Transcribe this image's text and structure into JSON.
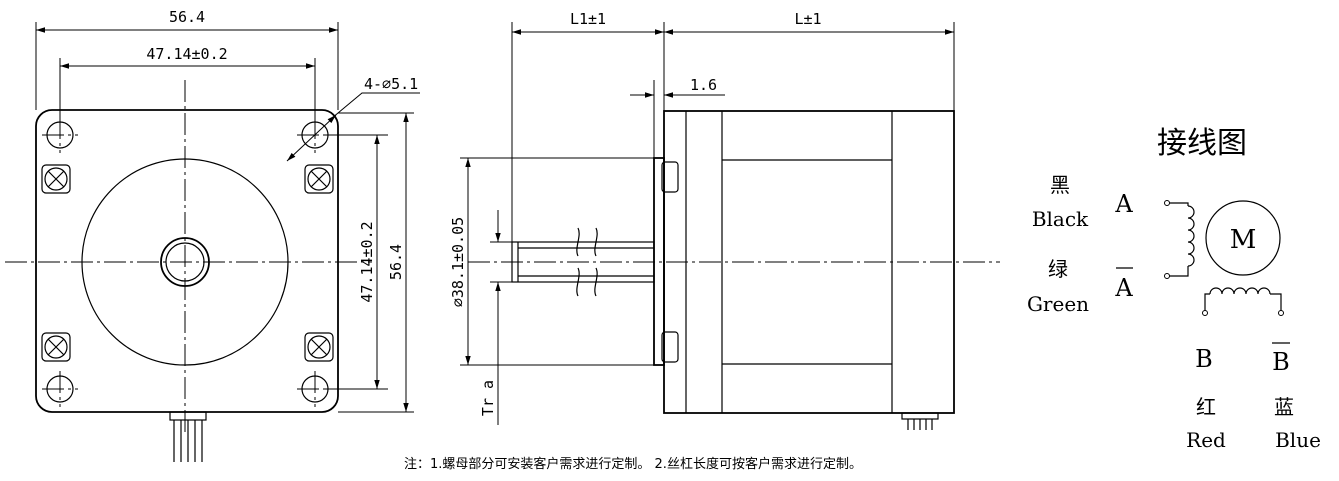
{
  "front_view": {
    "overall_width": "56.4",
    "hole_spacing_h": "47.14±0.2",
    "hole_callout": "4-⌀5.1",
    "hole_spacing_v": "47.14±0.2",
    "overall_height": "56.4"
  },
  "side_view": {
    "l1": "L1±1",
    "l": "L±1",
    "flange_thk": "1.6",
    "boss_dia": "⌀38.1±0.05",
    "thread_label": "Tr a"
  },
  "wiring": {
    "title": "接线图",
    "motor_label": "M",
    "phase_a": "A",
    "phase_a_bar": "A",
    "phase_b": "B",
    "phase_b_bar": "B",
    "wire1_cn": "黑",
    "wire1_en": "Black",
    "wire2_cn": "绿",
    "wire2_en": "Green",
    "wire3_cn": "红",
    "wire3_en": "Red",
    "wire4_cn": "蓝",
    "wire4_en": "Blue"
  },
  "note": "注：1.螺母部分可安装客户需求进行定制。 2.丝杠长度可按客户需求进行定制。"
}
